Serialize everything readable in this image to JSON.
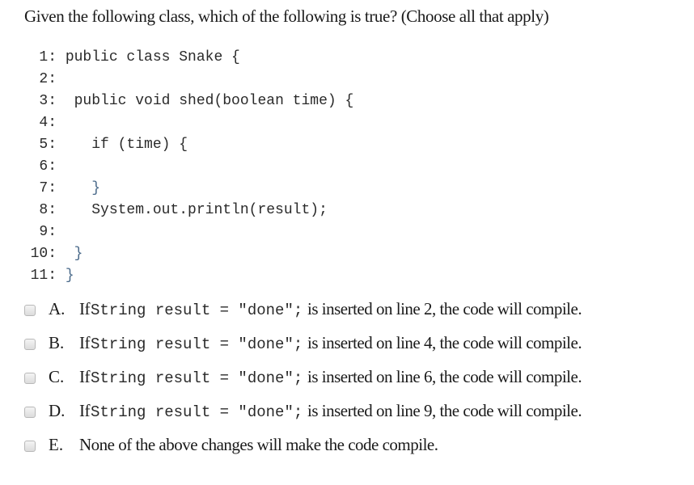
{
  "question": {
    "text": "Given the following class, which of the following is true? (Choose all that apply)"
  },
  "code": {
    "lines": [
      {
        "num": "1:",
        "indent": "",
        "text": "public class Snake {"
      },
      {
        "num": "2:",
        "indent": "",
        "text": ""
      },
      {
        "num": "3:",
        "indent": " ",
        "text": "public void shed(boolean time) {"
      },
      {
        "num": "4:",
        "indent": "",
        "text": ""
      },
      {
        "num": "5:",
        "indent": "   ",
        "text": "if (time) {"
      },
      {
        "num": "6:",
        "indent": "",
        "text": ""
      },
      {
        "num": "7:",
        "indent": "   ",
        "text": "}"
      },
      {
        "num": "8:",
        "indent": "   ",
        "text": "System.out.println(result);"
      },
      {
        "num": "9:",
        "indent": "",
        "text": ""
      },
      {
        "num": "10:",
        "indent": " ",
        "text": "}"
      },
      {
        "num": "11:",
        "indent": "",
        "text": "}"
      }
    ]
  },
  "options": [
    {
      "letter": "A.",
      "prefix": "If",
      "code": "String result = \"done\";",
      "suffix": "is inserted on line 2, the code will compile.",
      "checked": false
    },
    {
      "letter": "B.",
      "prefix": "If",
      "code": "String result = \"done\";",
      "suffix": "is inserted on line 4, the code will compile.",
      "checked": false
    },
    {
      "letter": "C.",
      "prefix": "If",
      "code": "String result = \"done\";",
      "suffix": "is inserted on line 6, the code will compile.",
      "checked": false
    },
    {
      "letter": "D.",
      "prefix": "If",
      "code": "String result = \"done\";",
      "suffix": "is inserted on line 9, the code will compile.",
      "checked": false
    },
    {
      "letter": "E.",
      "prefix": "None of the above changes will make the code compile.",
      "code": "",
      "suffix": "",
      "checked": false
    }
  ]
}
